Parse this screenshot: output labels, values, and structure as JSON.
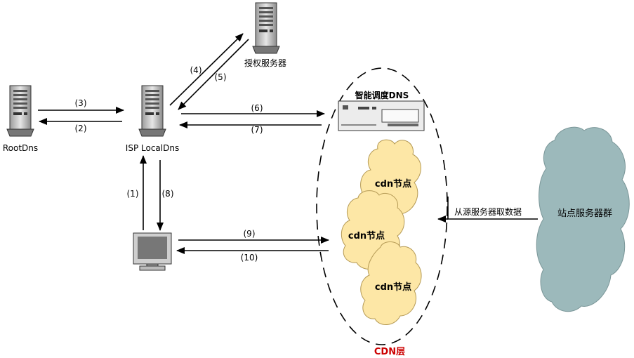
{
  "nodes": {
    "root_dns": "RootDns",
    "local_dns": "ISP LocalDns",
    "auth_server": "授权服务器",
    "smart_dns": "智能调度DNS",
    "cdn_node_1": "cdn节点",
    "cdn_node_2": "cdn节点",
    "cdn_node_3": "cdn节点",
    "origin_cluster": "站点服务器群",
    "cdn_layer_prefix": "CDN",
    "cdn_layer_suffix": "层"
  },
  "steps": {
    "s1": "(1)",
    "s2": "(2)",
    "s3": "(3)",
    "s4": "(4)",
    "s5": "(5)",
    "s6": "(6)",
    "s7": "(7)",
    "s8": "(8)",
    "s9": "(9)",
    "s10": "(10)",
    "origin_fetch": "从源服务器取数据"
  },
  "colors": {
    "cloud_cdn": "#fde7a6",
    "cloud_origin": "#9cb9bb",
    "cdn_label": "#cc0000"
  }
}
